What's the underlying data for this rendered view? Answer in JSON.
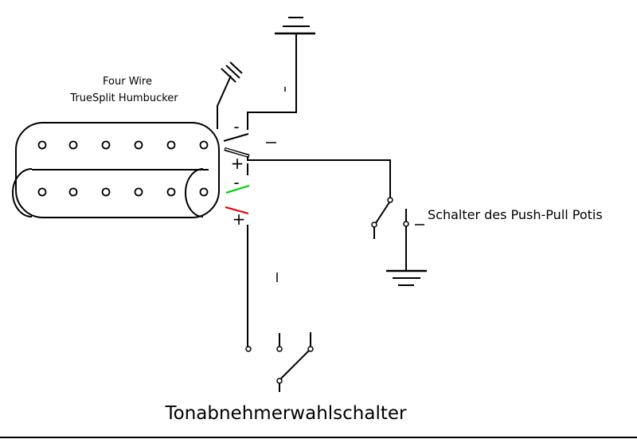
{
  "pickup": {
    "title_line1": "Four Wire",
    "title_line2": "TrueSplit Humbucker"
  },
  "wire_labels": {
    "black": "-",
    "white": "+",
    "green": "-",
    "red": "+"
  },
  "switches": {
    "push_pull_label": "Schalter des Push-Pull Potis",
    "selector_label": "Tonabnehmerwahlschalter"
  },
  "colors": {
    "wire_black": "#000000",
    "wire_white": "#ffffff",
    "wire_green": "#00cc00",
    "wire_red": "#dd0000"
  }
}
